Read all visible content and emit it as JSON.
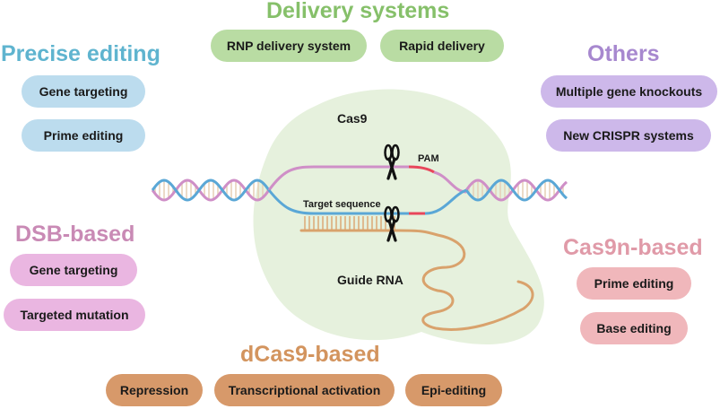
{
  "colors": {
    "delivery": "#86c06a",
    "delivery_pill": "#b9dca3",
    "precise": "#5fb4cf",
    "precise_pill": "#bcdcee",
    "others": "#a788cf",
    "others_pill": "#cdb8ea",
    "dsb": "#c98ab5",
    "dsb_pill": "#eab6e1",
    "cas9n": "#e09aa8",
    "cas9n_pill": "#f0b7bb",
    "dcas9": "#d3945e",
    "dcas9_pill": "#d7996a",
    "blob": "#e6f1dd",
    "strand_pink": "#cf8fc7",
    "strand_blue": "#5aa7d6",
    "pam_red": "#e8465b",
    "rna": "#d9a26c"
  },
  "delivery": {
    "heading": "Delivery systems",
    "items": [
      "RNP delivery system",
      "Rapid delivery"
    ]
  },
  "precise": {
    "heading": "Precise editing",
    "items": [
      "Gene targeting",
      "Prime editing"
    ]
  },
  "others": {
    "heading": "Others",
    "items": [
      "Multiple gene knockouts",
      "New CRISPR systems"
    ]
  },
  "dsb": {
    "heading": "DSB-based",
    "items": [
      "Gene targeting",
      "Targeted mutation"
    ]
  },
  "cas9n": {
    "heading": "Cas9n-based",
    "items": [
      "Prime editing",
      "Base editing"
    ]
  },
  "dcas9": {
    "heading": "dCas9-based",
    "items": [
      "Repression",
      "Transcriptional activation",
      "Epi-editing"
    ]
  },
  "diagram": {
    "cas9": "Cas9",
    "pam": "PAM",
    "target_sequence": "Target sequence",
    "guide_rna": "Guide RNA",
    "scissors_icon": "scissors-icon"
  }
}
